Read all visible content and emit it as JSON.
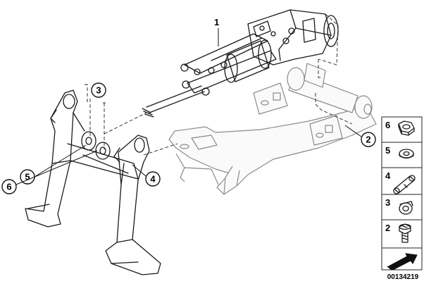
{
  "diagram": {
    "part_label": "1",
    "callouts": [
      {
        "id": "c2",
        "label": "2"
      },
      {
        "id": "c3",
        "label": "3"
      },
      {
        "id": "c4",
        "label": "4"
      },
      {
        "id": "c5",
        "label": "5"
      },
      {
        "id": "c6",
        "label": "6"
      }
    ],
    "legend": [
      {
        "label": "6",
        "icon": "hex-nut-icon"
      },
      {
        "label": "5",
        "icon": "washer-icon"
      },
      {
        "label": "4",
        "icon": "pin-icon"
      },
      {
        "label": "3",
        "icon": "clip-icon"
      },
      {
        "label": "2",
        "icon": "screw-icon"
      }
    ],
    "drawing_number": "00134219"
  }
}
